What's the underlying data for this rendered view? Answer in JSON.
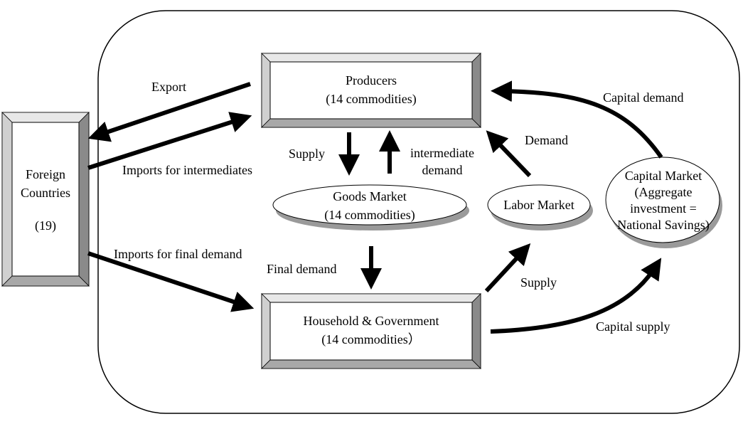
{
  "nodes": {
    "foreign": {
      "line1": "Foreign",
      "line2": "Countries",
      "line3": "(19)"
    },
    "producers": {
      "line1": "Producers",
      "line2": "(14 commodities)"
    },
    "household": {
      "line1": "Household & Government",
      "line2": "(14 commodities）"
    },
    "goods_market": {
      "line1": "Goods Market",
      "line2": "(14 commodities)"
    },
    "labor_market": {
      "line1": "Labor Market"
    },
    "capital_market": {
      "line1": "Capital Market",
      "line2": "(Aggregate",
      "line3": "investment =",
      "line4": "National Savings)"
    }
  },
  "flows": {
    "export": "Export",
    "imports_intermediates": "Imports for intermediates",
    "imports_final": "Imports for final demand",
    "supply_goods": "Supply",
    "intermediate_demand_1": "intermediate",
    "intermediate_demand_2": "demand",
    "final_demand": "Final demand",
    "labor_demand": "Demand",
    "labor_supply": "Supply",
    "capital_demand": "Capital demand",
    "capital_supply": "Capital supply"
  }
}
